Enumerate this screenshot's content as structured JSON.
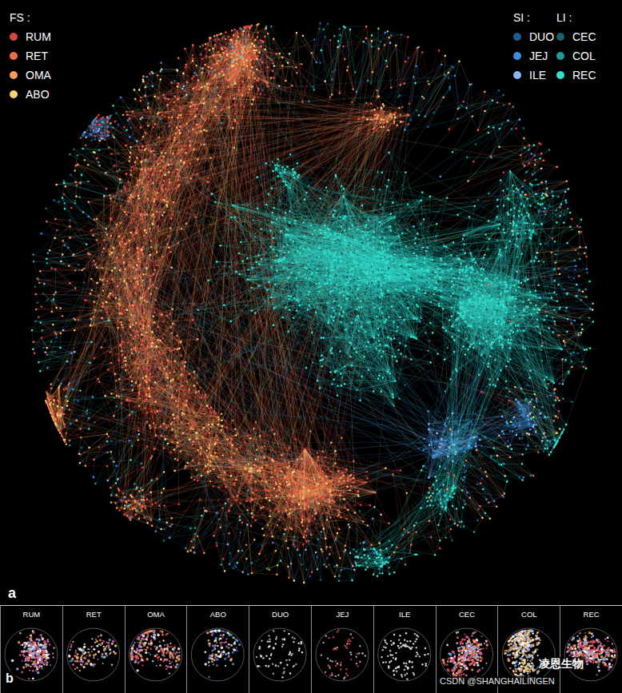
{
  "diagram": {
    "nodes": [
      {
        "text": [
          "RUM"
        ]
      },
      {
        "text": [
          "RET"
        ]
      },
      {
        "text": [
          "OMA"
        ]
      },
      {
        "text": [
          "ABO"
        ]
      },
      {
        "text": [
          "DUO"
        ]
      },
      {
        "text": [
          "JEJ"
        ]
      },
      {
        "text": [
          "ILE"
        ]
      },
      {
        "text": [
          "CEC"
        ]
      },
      {
        "text": [
          "COL"
        ]
      },
      {
        "text": [
          "REC"
        ]
      }
    ],
    "labels": [
      "FS :",
      "SI :",
      "LI :",
      "a",
      "b",
      "CSDN @SHANGHAILINGEN",
      "凌恩生物"
    ],
    "legend": [
      {
        "text": "RUM",
        "color": "#d9453f"
      },
      {
        "text": "RET",
        "color": "#ee6a4b"
      },
      {
        "text": "OMA",
        "color": "#f5a05a"
      },
      {
        "text": "ABO",
        "color": "#f8d27a"
      },
      {
        "text": "DUO",
        "color": "#1d5e96"
      },
      {
        "text": "JEJ",
        "color": "#3b8fe0"
      },
      {
        "text": "ILE",
        "color": "#8fb6f2"
      },
      {
        "text": "CEC",
        "color": "#1c5f6a"
      },
      {
        "text": "COL",
        "color": "#1a9a98"
      },
      {
        "text": "REC",
        "color": "#36e0cf"
      }
    ]
  }
}
